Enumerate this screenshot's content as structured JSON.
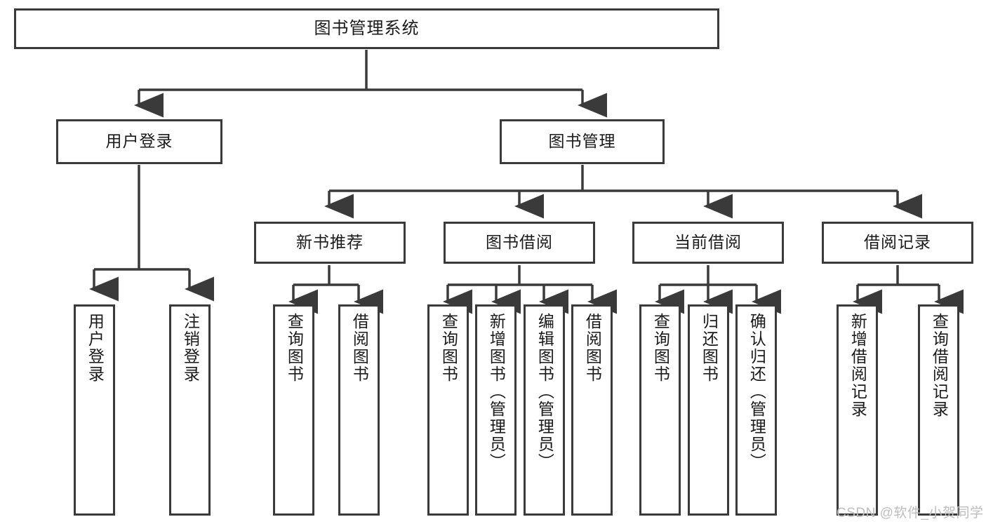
{
  "diagram": {
    "title": "图书管理系统",
    "type": "tree-hierarchy-chart",
    "orientation": "top-down",
    "colors": {
      "node_border": "#3a3a3a",
      "node_fill": "#ffffff",
      "edge": "#3a3a3a",
      "text": "#1a1a1a",
      "watermark": "#bdbdbd",
      "background": "#ffffff"
    }
  },
  "nodes": {
    "root": {
      "label": "图书管理系统"
    },
    "level2": [
      {
        "id": "user-login",
        "label": "用户登录"
      },
      {
        "id": "book-management",
        "label": "图书管理"
      }
    ],
    "level3": [
      {
        "id": "new-book-recommend",
        "label": "新书推荐"
      },
      {
        "id": "book-borrow",
        "label": "图书借阅"
      },
      {
        "id": "current-borrow",
        "label": "当前借阅"
      },
      {
        "id": "borrow-record",
        "label": "借阅记录"
      }
    ],
    "leaves": {
      "user_login": [
        {
          "id": "leaf-user-login",
          "label": "用户登录"
        },
        {
          "id": "leaf-logout-login",
          "label": "注销登录"
        }
      ],
      "new_book_recommend": [
        {
          "id": "leaf-query-book-1",
          "label": "查询图书"
        },
        {
          "id": "leaf-borrow-book-1",
          "label": "借阅图书"
        }
      ],
      "book_borrow": [
        {
          "id": "leaf-query-book-2",
          "label": "查询图书"
        },
        {
          "id": "leaf-add-book",
          "label": "新增图书（管理员）"
        },
        {
          "id": "leaf-edit-book",
          "label": "编辑图书（管理员）"
        },
        {
          "id": "leaf-borrow-book-2",
          "label": "借阅图书"
        }
      ],
      "current_borrow": [
        {
          "id": "leaf-query-book-3",
          "label": "查询图书"
        },
        {
          "id": "leaf-return-book",
          "label": "归还图书"
        },
        {
          "id": "leaf-confirm-return",
          "label": "确认归还（管理员）"
        }
      ],
      "borrow_record": [
        {
          "id": "leaf-add-record",
          "label": "新增借阅记录"
        },
        {
          "id": "leaf-query-record",
          "label": "查询借阅记录"
        }
      ]
    }
  },
  "watermark": {
    "text": "CSDN @软件_小贺同学"
  }
}
